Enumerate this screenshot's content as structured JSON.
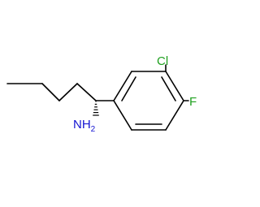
{
  "molecule": {
    "atoms": {
      "chlorine": "Cl",
      "fluorine": "F",
      "amine_main": "NH",
      "amine_subscript": "2"
    },
    "colors": {
      "bond": "#000000",
      "chlorine": "#1fa01f",
      "fluorine": "#1fa01f",
      "nitrogen": "#1414d2"
    }
  }
}
